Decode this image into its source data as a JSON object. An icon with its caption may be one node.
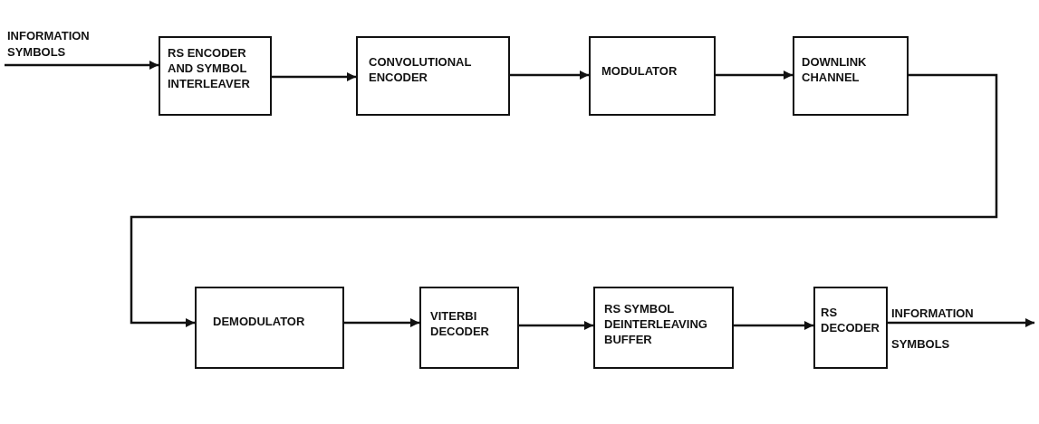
{
  "diagram": {
    "nodes": [
      {
        "text": [
          "RS ENCODER AND SYMBOL INTERLEAVER"
        ]
      },
      {
        "text": [
          "CONVOLUTIONAL ENCODER"
        ]
      },
      {
        "text": [
          "MODULATOR"
        ]
      },
      {
        "text": [
          "DOWNLINK CHANNEL"
        ]
      },
      {
        "text": [
          "DEMODULATOR"
        ]
      },
      {
        "text": [
          "VITERBI DECODER"
        ]
      },
      {
        "text": [
          "RS SYMBOL DEINTERLEAVING BUFFER"
        ]
      },
      {
        "text": [
          "RS DECODER"
        ]
      }
    ],
    "edges": [
      {
        "from": null,
        "to": 0,
        "arrow": "to",
        "label": "INFORMATION SYMBOLS"
      },
      {
        "from": 0,
        "to": 1,
        "arrow": "to"
      },
      {
        "from": 1,
        "to": 2,
        "arrow": "to"
      },
      {
        "from": 2,
        "to": 3,
        "arrow": "to"
      },
      {
        "from": 3,
        "to": 4,
        "arrow": "to"
      },
      {
        "from": 4,
        "to": 5,
        "arrow": "to"
      },
      {
        "from": 5,
        "to": 6,
        "arrow": "to"
      },
      {
        "from": 6,
        "to": 7,
        "arrow": "to"
      },
      {
        "from": 7,
        "to": null,
        "arrow": "to",
        "label": "INFORMATION SYMBOLS"
      }
    ]
  }
}
